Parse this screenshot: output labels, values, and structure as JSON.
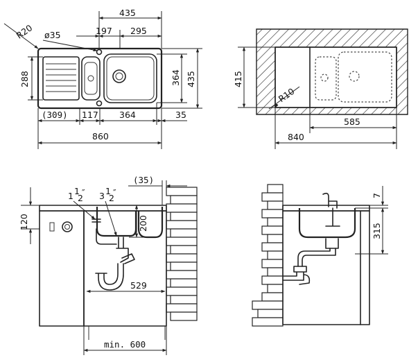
{
  "top_left_view": {
    "labels": {
      "radius": "R20",
      "hole": "ø35",
      "overall_width_top": "435",
      "hole_offset": "197",
      "bowl_offset": "295",
      "drainer_depth": "288",
      "bowl_depth": "364",
      "overall_depth": "435",
      "drainer_width": "(309)",
      "small_bowl_width": "117",
      "bowl_width": "364",
      "edge_margin": "35",
      "overall_length": "860"
    }
  },
  "top_right_view": {
    "labels": {
      "cabinet_depth": "415",
      "corner_radius": "R10",
      "inner_width": "585",
      "cabinet_width": "840"
    }
  },
  "bottom_left_view": {
    "labels": {
      "height_120": "120",
      "pipe_1": "1",
      "pipe_1_frac_num": "1",
      "pipe_1_frac_den": "2",
      "pipe_1_inch": "″",
      "pipe_2": "3",
      "pipe_2_frac_num": "1",
      "pipe_2_frac_den": "2",
      "pipe_2_inch": "″",
      "wall_offset": "(35)",
      "bowl_height": "200",
      "trap_width": "529",
      "min_cabinet": "min. 600"
    }
  },
  "bottom_right_view": {
    "labels": {
      "rim": "7",
      "bowl_depth": "315"
    }
  }
}
